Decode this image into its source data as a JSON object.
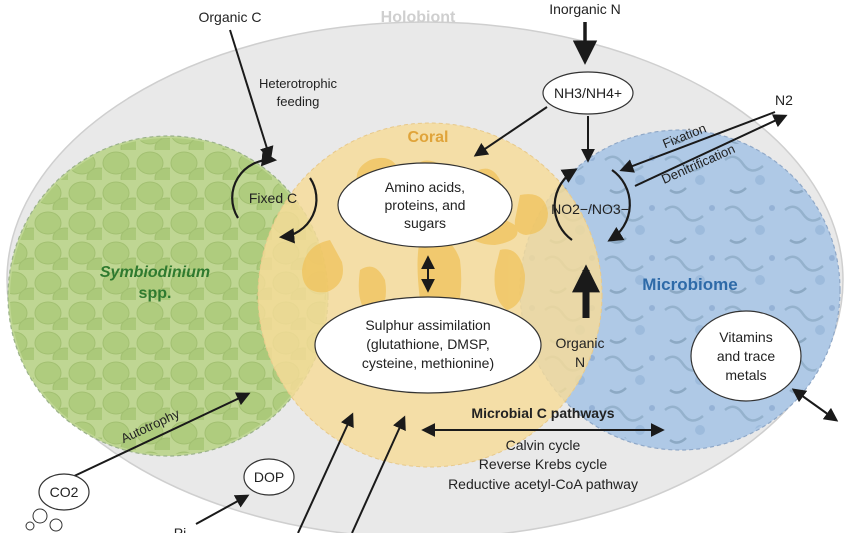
{
  "labels": {
    "holobiont": "Holobiont",
    "coral": "Coral",
    "microbiome": "Microbiome",
    "symbiodinium_line1": "Symbiodinium",
    "symbiodinium_line2": "spp.",
    "organic_c": "Organic C",
    "inorganic_n": "Inorganic N",
    "heterotrophic_1": "Heterotrophic",
    "heterotrophic_2": "feeding",
    "fixed_c": "Fixed C",
    "nh": "NH3/NH4+",
    "no": "NO2−/NO3−",
    "n2": "N2",
    "fixation": "Fixation",
    "denitrification": "Denitrification",
    "amino_1": "Amino acids,",
    "amino_2": "proteins, and",
    "amino_3": "sugars",
    "sulphur_1": "Sulphur assimilation",
    "sulphur_2": "(glutathione, DMSP,",
    "sulphur_3": "cysteine, methionine)",
    "organic_n_1": "Organic",
    "organic_n_2": "N",
    "vitamins_1": "Vitamins",
    "vitamins_2": "and trace",
    "vitamins_3": "metals",
    "microbial_c": "Microbial C pathways",
    "calvin": "Calvin cycle",
    "reverse_krebs": "Reverse Krebs cycle",
    "reductive": "Reductive acetyl-CoA pathway",
    "autotrophy": "Autotrophy",
    "co2": "CO2",
    "dop": "DOP",
    "pi": "Pi"
  },
  "colors": {
    "holobiont_fill": "#e9e9e9",
    "coral_fill": "#f7dc98",
    "symbiodinium_fill": "#b9d48a",
    "microbiome_fill": "#a9c6e6",
    "arrow": "#1a1a1a"
  }
}
